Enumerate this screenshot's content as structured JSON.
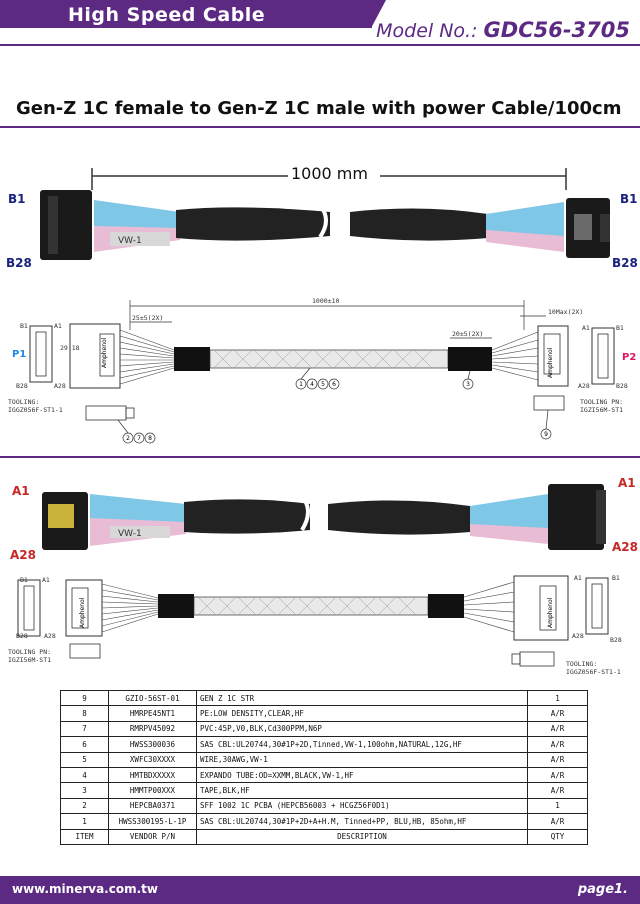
{
  "header": {
    "title": "High Speed Cable",
    "model_label": "Model No.: ",
    "model_no": "GDC56-3705"
  },
  "doc_title": "Gen-Z 1C female to Gen-Z 1C male with power Cable/100cm",
  "photo1": {
    "length": "1000 mm",
    "left_top": "B1",
    "left_bottom": "B28",
    "right_top": "B1",
    "right_bottom": "B28",
    "print": "VW-1"
  },
  "drawing1": {
    "total": "1000±10",
    "left_dim": "25±5(2X)",
    "right_dim": "20±5(2X)",
    "max_dim": "10Max(2X)",
    "height_dim": "29.18",
    "p1": "P1",
    "p2": "P2",
    "l_b1": "B1",
    "l_a1": "A1",
    "l_b28": "B28",
    "l_a28": "A28",
    "r_a1": "A1",
    "r_b1": "B1",
    "r_a28": "A28",
    "r_b28": "B28",
    "tool_left_1": "TOOLING:",
    "tool_left_2": "IGGZ056F-ST1-1",
    "tool_right_1": "TOOLING PN:",
    "tool_right_2": "IGZI56M-ST1",
    "brand": "Amphenol",
    "bal_mid": [
      "1",
      "4",
      "5",
      "6"
    ],
    "bal_right": "3",
    "bal_left": [
      "2",
      "7",
      "8"
    ],
    "bal_9": "9"
  },
  "photo2": {
    "left_top": "A1",
    "left_bottom": "A28",
    "right_top": "A1",
    "right_bottom": "A28",
    "print": "VW-1"
  },
  "drawing2": {
    "l_b1": "B1",
    "l_a1": "A1",
    "l_b28": "B28",
    "l_a28": "A28",
    "r_a1": "A1",
    "r_b1": "B1",
    "r_a28": "A28",
    "r_b28": "B28",
    "tool_left_1": "TOOLING PN:",
    "tool_left_2": "IGZI56M-ST1",
    "tool_right_1": "TOOLING:",
    "tool_right_2": "IGGZ056F-ST1-1",
    "brand": "Amphenol"
  },
  "bom": {
    "rows": [
      [
        "9",
        "GZIO-56ST-01",
        "GEN Z 1C STR",
        "1"
      ],
      [
        "8",
        "HMRPE45NT1",
        "PE:LOW DENSITY,CLEAR,HF",
        "A/R"
      ],
      [
        "7",
        "RMRPV45092",
        "PVC:45P,V0,BLK,Cd300PPM,N6P",
        "A/R"
      ],
      [
        "6",
        "HWSS300036",
        "SAS CBL:UL20744,30#1P+2D,Tinned,VW-1,100ohm,NATURAL,12G,HF",
        "A/R"
      ],
      [
        "5",
        "XWFC30XXXX",
        "WIRE,30AWG,VW-1",
        "A/R"
      ],
      [
        "4",
        "HMTBDXXXXX",
        "EXPANDO TUBE:OD=XXMM,BLACK,VW-1,HF",
        "A/R"
      ],
      [
        "3",
        "HMMTP00XXX",
        "TAPE,BLK,HF",
        "A/R"
      ],
      [
        "2",
        "HEPCBA0371",
        "SFF 1002 1C PCBA (HEPCB56003 + HCGZ56F0D1)",
        "1"
      ],
      [
        "1",
        "HWSS300195-L-1P",
        "SAS CBL:UL20744,30#1P+2D+A+H.M, Tinned+PP, BLU,HB, 85ohm,HF",
        "A/R"
      ]
    ],
    "headers": [
      "ITEM",
      "VENDOR P/N",
      "DESCRIPTION",
      "QTY"
    ]
  },
  "footer": {
    "url": "www.minerva.com.tw",
    "page": "page1."
  }
}
